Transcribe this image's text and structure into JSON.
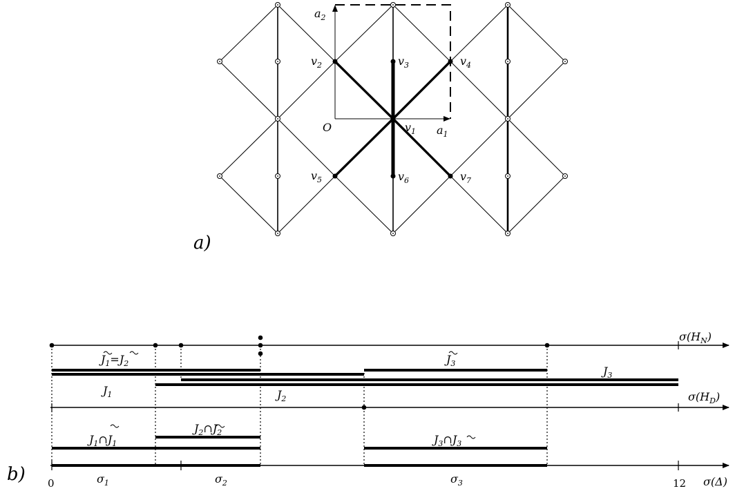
{
  "figure": {
    "panel_a": {
      "panel_label": "a)",
      "origin_label": "O",
      "axis_a1": "a",
      "axis_a1_sub": "1",
      "axis_a2": "a",
      "axis_a2_sub": "2",
      "vertices": [
        {
          "name": "v",
          "sub": "1"
        },
        {
          "name": "v",
          "sub": "2"
        },
        {
          "name": "v",
          "sub": "3"
        },
        {
          "name": "v",
          "sub": "4"
        },
        {
          "name": "v",
          "sub": "5"
        },
        {
          "name": "v",
          "sub": "6"
        },
        {
          "name": "v",
          "sub": "7"
        }
      ]
    },
    "panel_b": {
      "panel_label": "b)",
      "axis_HN": {
        "pre": "σ(H",
        "sub": "N",
        "post": ")"
      },
      "axis_HD": {
        "pre": "σ(H",
        "sub": "D",
        "post": ")"
      },
      "axis_delta": "σ(Δ)",
      "tick_zero": "0",
      "tick_twelve": "12",
      "band_labels": [
        {
          "a": "J",
          "a_sub": "1",
          "op": "=",
          "b": "J",
          "b_sub": "2",
          "tilde_a": true,
          "tilde_b": true
        },
        {
          "a": "J",
          "a_sub": "3",
          "tilde_a": true
        }
      ],
      "J_labels": [
        {
          "text": "J",
          "sub": "1"
        },
        {
          "text": "J",
          "sub": "2"
        },
        {
          "text": "J",
          "sub": "3"
        }
      ],
      "intersections": [
        {
          "a": "J",
          "a_sub": "1",
          "op": "∩",
          "b": "J",
          "b_sub": "1"
        },
        {
          "a": "J",
          "a_sub": "2",
          "op": "∩",
          "b": "J",
          "b_sub": "2"
        },
        {
          "a": "J",
          "a_sub": "3",
          "op": "∩",
          "b": "J",
          "b_sub": "3"
        }
      ],
      "sigma_labels": [
        {
          "text": "σ",
          "sub": "1"
        },
        {
          "text": "σ",
          "sub": "2"
        },
        {
          "text": "σ",
          "sub": "3"
        }
      ]
    }
  }
}
